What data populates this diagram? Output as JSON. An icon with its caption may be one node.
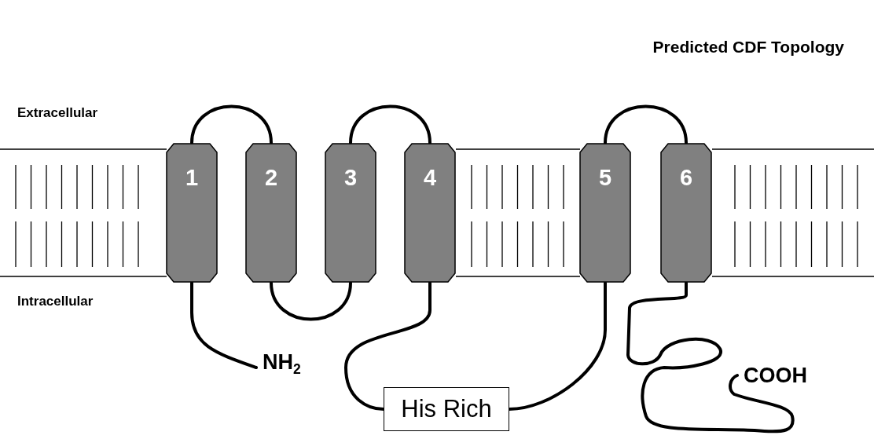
{
  "diagram": {
    "title": "Predicted CDF Topology",
    "nodes": [
      {
        "text": [
          "1"
        ]
      },
      {
        "text": [
          "2"
        ]
      },
      {
        "text": [
          "3"
        ]
      },
      {
        "text": [
          "4"
        ]
      },
      {
        "text": [
          "5"
        ]
      },
      {
        "text": [
          "6"
        ]
      },
      {
        "text": [
          "NH$_{2}$"
        ]
      },
      {
        "text": [
          "His Rich"
        ]
      },
      {
        "text": [
          "COOH"
        ]
      }
    ],
    "edges": [
      {
        "from": 0,
        "to": 1,
        "arrow": "none"
      },
      {
        "from": 1,
        "to": 2,
        "arrow": "none"
      },
      {
        "from": 2,
        "to": 3,
        "arrow": "none"
      },
      {
        "from": 3,
        "to": 7,
        "arrow": "none"
      },
      {
        "from": 7,
        "to": 4,
        "arrow": "none"
      },
      {
        "from": 4,
        "to": 5,
        "arrow": "none"
      },
      {
        "from": 0,
        "to": 6,
        "arrow": "none"
      },
      {
        "from": 5,
        "to": 8,
        "arrow": "none"
      }
    ],
    "labels": [
      "Extracellular",
      "Intracellular"
    ]
  }
}
